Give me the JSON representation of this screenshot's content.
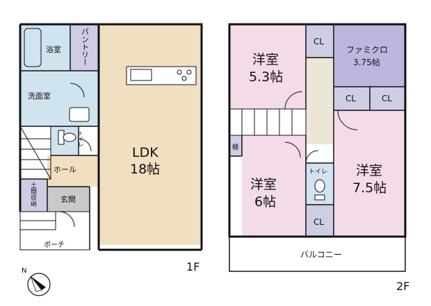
{
  "colors": {
    "wall": "#111111",
    "ldk": "#f1dfc1",
    "wet": "#cfe4ef",
    "storage": "#cfcde6",
    "closet_dark": "#bcb7de",
    "bedroom": "#f4dbe9",
    "hall": "#ece6d6",
    "gray": "#c9c9c9"
  },
  "floor1": {
    "bath": "浴室",
    "pantry": "パントリー",
    "washroom": "洗面室",
    "toilet": "トイレ",
    "hall": "ホール",
    "shoe_storage": "土間収納",
    "entrance": "玄関",
    "porch": "ポーチ",
    "ldk_name": "LDK",
    "ldk_size": "18帖",
    "floor_label": "1F"
  },
  "floor2": {
    "room1_name": "洋室",
    "room1_size": "5.3帖",
    "room2_name": "洋室",
    "room2_size": "6帖",
    "room3_name": "洋室",
    "room3_size": "7.5帖",
    "family_closet_name": "ファミクロ",
    "family_closet_size": "3.75帖",
    "closet": "CL",
    "shelf": "棚",
    "toilet": "トイレ",
    "balcony": "バルコニー",
    "floor_label": "2F"
  },
  "compass": {
    "north": "N"
  }
}
